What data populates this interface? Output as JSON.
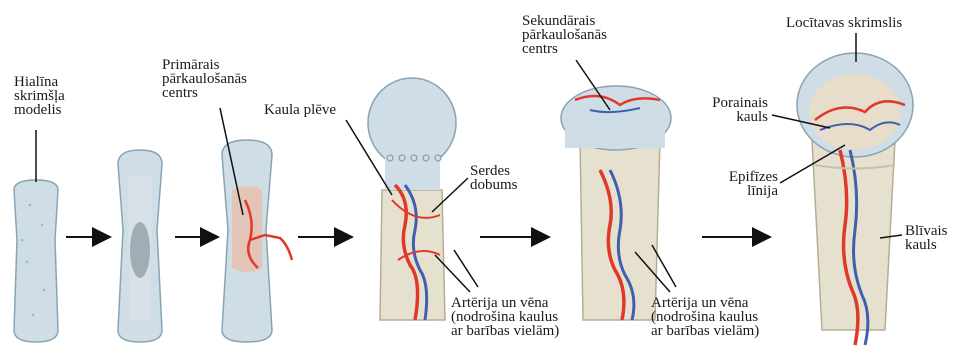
{
  "colors": {
    "cartilage": "#cfdde6",
    "cartilage_outline": "#8aa3b3",
    "bone": "#e6e1cf",
    "bone_outline": "#b5ad95",
    "artery": "#e0392b",
    "vein": "#3f5fb0",
    "arrow": "#111111",
    "text": "#1a1a1a"
  },
  "labels": {
    "hyaline_model": [
      "Hialīna",
      "skrimšļa",
      "modelis"
    ],
    "primary_center": [
      "Primārais",
      "pārkaulošanās",
      "centrs"
    ],
    "periosteum": "Kaula plēve",
    "medullary_cavity": [
      "Serdes",
      "dobums"
    ],
    "artery_vein_1": [
      "Artērija un vēna",
      "(nodrošina kaulus",
      "ar barības vielām)"
    ],
    "secondary_center": [
      "Sekundārais",
      "pārkaulošanās",
      "centrs"
    ],
    "artery_vein_2": [
      "Artērija un vēna",
      "(nodrošina kaulus",
      "ar barības vielām)"
    ],
    "articular_cartilage": "Locītavas skrimslis",
    "spongy_bone": [
      "Porainais",
      "kauls"
    ],
    "epiphyseal_line": [
      "Epifīzes",
      "līnija"
    ],
    "compact_bone": [
      "Blīvais",
      "kauls"
    ]
  }
}
